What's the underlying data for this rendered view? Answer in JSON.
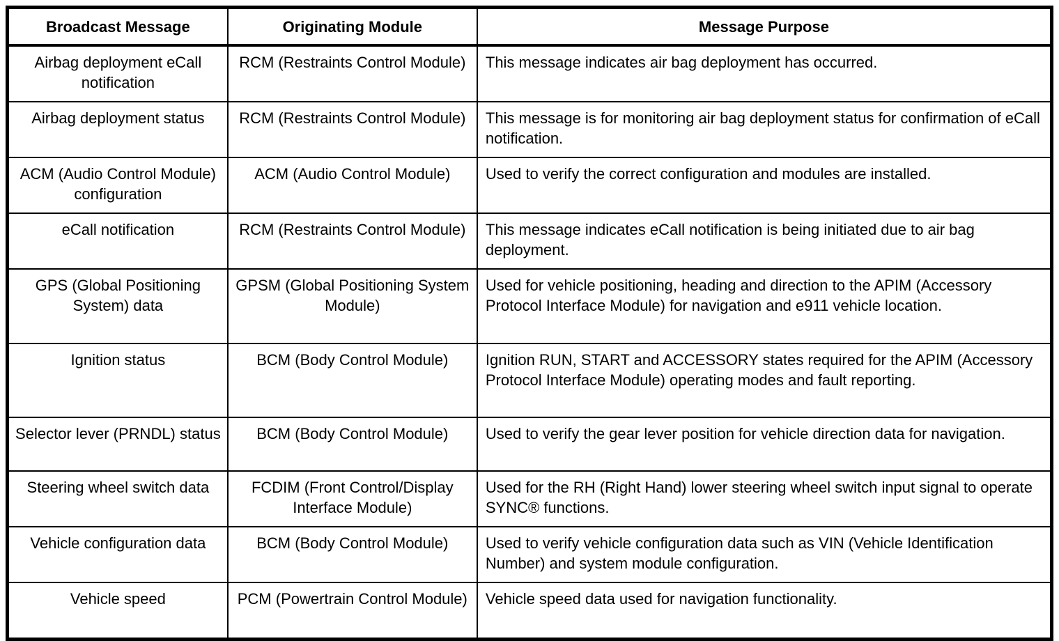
{
  "colors": {
    "border": "#000000",
    "background": "#ffffff",
    "text": "#000000"
  },
  "table": {
    "headers": [
      "Broadcast Message",
      "Originating Module",
      "Message Purpose"
    ],
    "rows": [
      {
        "message": "Airbag deployment eCall notification",
        "module": "RCM (Restraints Control Module)",
        "purpose": "This message indicates air bag deployment has occurred."
      },
      {
        "message": "Airbag deployment status",
        "module": "RCM (Restraints Control Module)",
        "purpose": "This message is for monitoring air bag deployment status for confirmation of eCall notification."
      },
      {
        "message": "ACM (Audio Control Module) configuration",
        "module": "ACM (Audio Control Module)",
        "purpose": "Used to verify the correct configuration and modules are installed."
      },
      {
        "message": "eCall notification",
        "module": "RCM (Restraints Control Module)",
        "purpose": "This message indicates eCall notification is being initiated due to air bag deployment."
      },
      {
        "message": "GPS (Global Positioning System) data",
        "module": "GPSM (Global Positioning System Module)",
        "purpose": "Used for vehicle positioning, heading and direction to the APIM (Accessory Protocol Interface Module) for navigation and e911 vehicle location."
      },
      {
        "message": "Ignition status",
        "module": "BCM (Body Control Module)",
        "purpose": "Ignition RUN, START and ACCESSORY states required for the APIM (Accessory Protocol Interface Module) operating modes and fault reporting."
      },
      {
        "message": "Selector lever (PRNDL) status",
        "module": "BCM (Body Control Module)",
        "purpose": "Used to verify the gear lever position for vehicle direction data for navigation."
      },
      {
        "message": "Steering wheel switch data",
        "module": "FCDIM (Front Control/Display Interface Module)",
        "purpose": "Used for the RH (Right Hand) lower steering wheel switch input signal to operate SYNC® functions."
      },
      {
        "message": "Vehicle configuration data",
        "module": "BCM (Body Control Module)",
        "purpose": "Used to verify vehicle configuration data such as VIN (Vehicle Identification Number) and system module configuration."
      },
      {
        "message": "Vehicle speed",
        "module": "PCM (Powertrain Control Module)",
        "purpose": "Vehicle speed data used for navigation functionality."
      }
    ]
  }
}
